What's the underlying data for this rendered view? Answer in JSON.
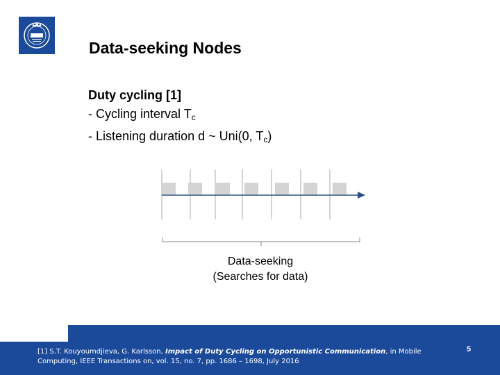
{
  "slide": {
    "title": "Data-seeking Nodes",
    "bullets": {
      "heading": "Duty cycling [1]",
      "line1_text": "- Cycling interval T",
      "line1_sub": "c",
      "line2_prefix": "- ",
      "line2_text": "Listening duration  d ~ Uni(0, T",
      "line2_sub": "c",
      "line2_suffix": ")"
    },
    "diagram_caption": {
      "line1": "Data-seeking",
      "line2": "(Searches for data)"
    },
    "footer": {
      "ref_prefix": "[1] S.T. Kouyoumdjieva, G. Karlsson, ",
      "ref_title": "Impact of Duty Cycling on Opportunistic Communication",
      "ref_mid": ", in Mobile",
      "ref_line2": "Computing, IEEE Transactions on, vol. 15, no. 7, pp. 1686 – 1698, July 2016",
      "page_number": "5"
    },
    "colors": {
      "brand_blue": "#1c4a9a",
      "slot_gray": "#d4d4d4",
      "arrow_blue": "#2f4f8a"
    },
    "logo_icon": "kth-logo"
  }
}
